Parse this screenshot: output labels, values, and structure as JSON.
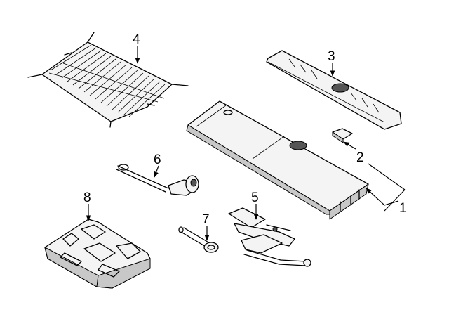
{
  "callouts": [
    {
      "id": "1",
      "text": "1"
    },
    {
      "id": "2",
      "text": "2"
    },
    {
      "id": "3",
      "text": "3"
    },
    {
      "id": "4",
      "text": "4"
    },
    {
      "id": "5",
      "text": "5"
    },
    {
      "id": "6",
      "text": "6"
    },
    {
      "id": "7",
      "text": "7"
    },
    {
      "id": "8",
      "text": "8"
    }
  ],
  "colors": {
    "line": "#000000",
    "fill": "#f4f4f4",
    "shade": "#c8c8c8",
    "background": "#ffffff"
  }
}
